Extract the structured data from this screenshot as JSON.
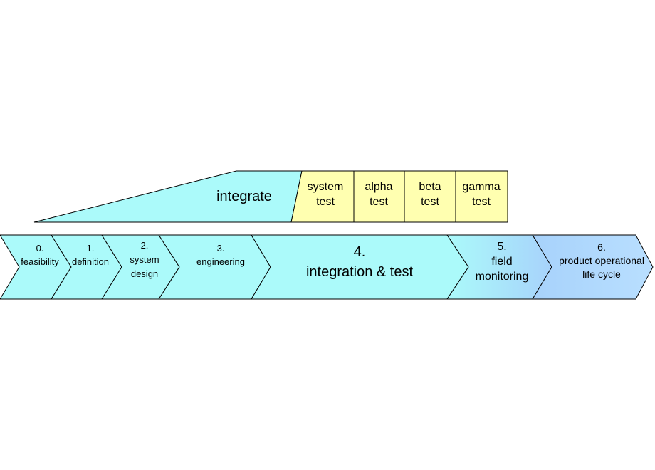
{
  "colors": {
    "background": "#FFFFFF",
    "outline": "#000000",
    "text": "#000000",
    "cyan": "#ABFAFA",
    "yellow": "#FFFFB0",
    "blue": "#A7D2FB",
    "blue_light": "#B9DFFF"
  },
  "top_row": {
    "ramp_label": "integrate",
    "test_boxes": [
      {
        "lines": [
          "system",
          "test"
        ]
      },
      {
        "lines": [
          "alpha",
          "test"
        ]
      },
      {
        "lines": [
          "beta",
          "test"
        ]
      },
      {
        "lines": [
          "gamma",
          "test"
        ]
      }
    ]
  },
  "phases": [
    {
      "number": "0.",
      "lines": [
        "feasibility"
      ]
    },
    {
      "number": "1.",
      "lines": [
        "definition"
      ]
    },
    {
      "number": "2.",
      "lines": [
        "system",
        "design"
      ]
    },
    {
      "number": "3.",
      "lines": [
        "engineering"
      ]
    },
    {
      "number": "4.",
      "lines": [
        "integration & test"
      ]
    },
    {
      "number": "5.",
      "lines": [
        "field",
        "monitoring"
      ]
    },
    {
      "number": "6.",
      "lines": [
        "product operational",
        "life cycle"
      ]
    }
  ]
}
